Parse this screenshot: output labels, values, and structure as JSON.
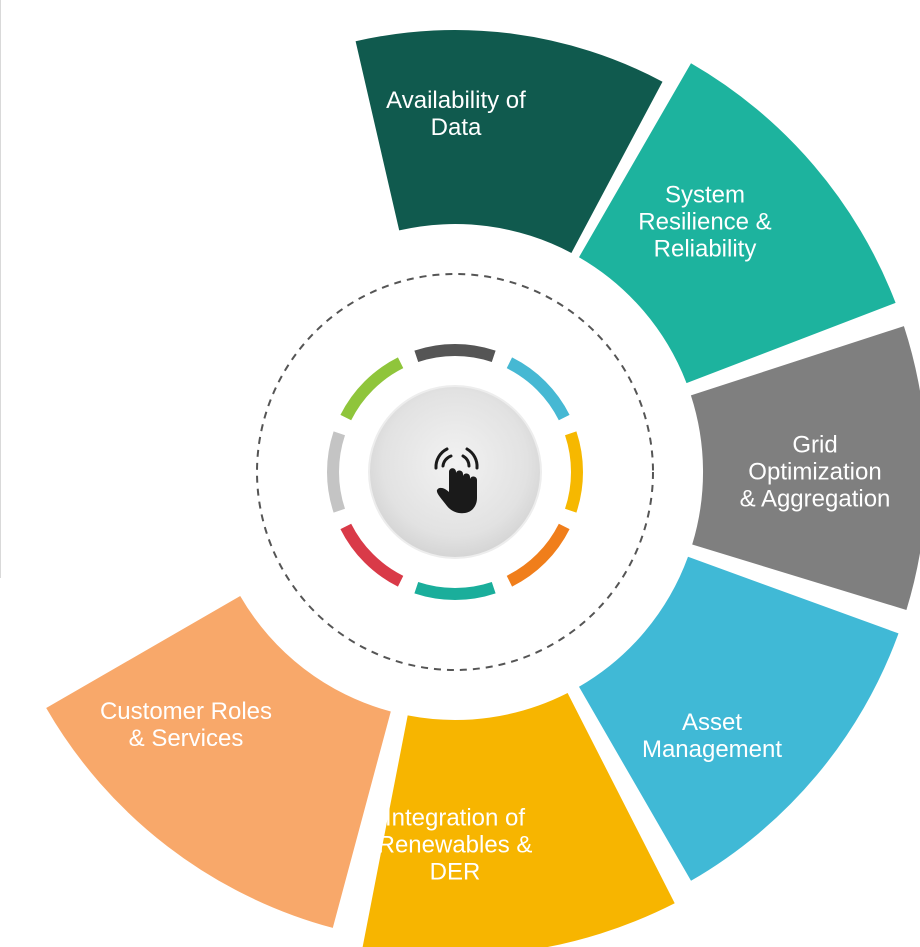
{
  "segments": [
    {
      "id": "availability-of-data",
      "lines": [
        "Availability of",
        "Data"
      ],
      "color": "#105a4e"
    },
    {
      "id": "system-resilience",
      "lines": [
        "System",
        "Resilience &",
        "Reliability"
      ],
      "color": "#1db39e"
    },
    {
      "id": "grid-optimization",
      "lines": [
        "Grid",
        "Optimization",
        "& Aggregation"
      ],
      "color": "#7f7f7f"
    },
    {
      "id": "asset-management",
      "lines": [
        "Asset",
        "Management"
      ],
      "color": "#40b9d6"
    },
    {
      "id": "integration-of-renewables",
      "lines": [
        "Integration of",
        "Renewables &",
        "DER"
      ],
      "color": "#f7b500"
    },
    {
      "id": "customer-roles",
      "lines": [
        "Customer Roles",
        "& Services"
      ],
      "color": "#f8a86a"
    }
  ],
  "hub": {
    "icon": "touch-hand-icon",
    "ring_colors": [
      "#555555",
      "#46b8d3",
      "#f6b800",
      "#f07e1b",
      "#1aae9b",
      "#d93a48",
      "#c4c4c4",
      "#8fc53b"
    ],
    "dashed_ring_color": "#555555"
  }
}
